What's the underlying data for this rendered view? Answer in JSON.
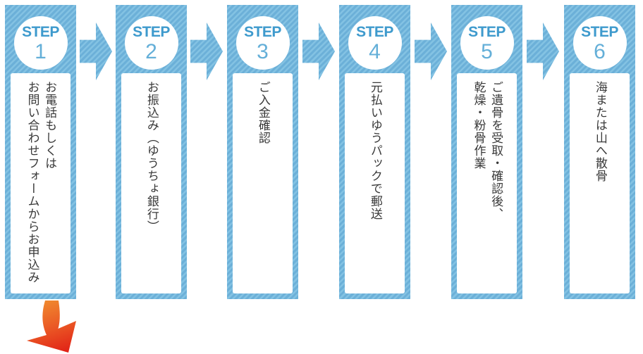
{
  "steps": [
    {
      "label": "STEP",
      "number": "1",
      "text": "お電話もしくは\nお問い合わせフォームからお申込み"
    },
    {
      "label": "STEP",
      "number": "2",
      "text": "お振込み（ゆうちょ銀行）"
    },
    {
      "label": "STEP",
      "number": "3",
      "text": "ご入金確認"
    },
    {
      "label": "STEP",
      "number": "4",
      "text": "元払いゆうパックで郵送"
    },
    {
      "label": "STEP",
      "number": "5",
      "text": "ご遺骨を受取・確認後、\n乾燥・粉骨作業"
    },
    {
      "label": "STEP",
      "number": "6",
      "text": "海または山へ散骨"
    }
  ],
  "icons": {
    "step_connector": "right-arrow-icon",
    "flow_continues": "curved-down-right-arrow-icon"
  },
  "colors": {
    "column_blue": "#6cb0d8",
    "column_stripe": "#83c2e3",
    "step_label_blue": "#3e9acd",
    "step_number_blue": "#64afd8",
    "body_text": "#3a3a3a",
    "red_arrow_start": "#f0882e",
    "red_arrow_mid": "#ea5524",
    "red_arrow_end": "#e01d15",
    "background": "#ffffff"
  }
}
